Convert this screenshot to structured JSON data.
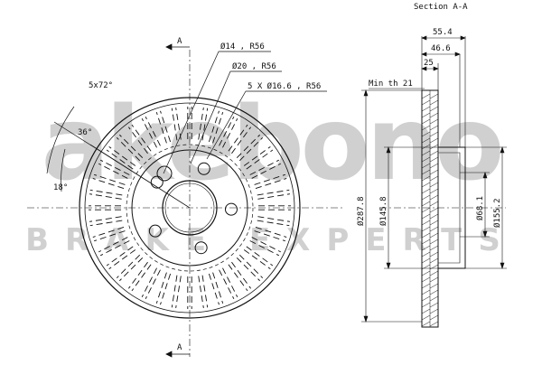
{
  "section_title": "Section A-A",
  "section_marker": "A",
  "callouts": {
    "bolt_hole": "Ø14 , R56",
    "pilot_hole": "Ø20 , R56",
    "stud_holes": "5 X Ø16.6 , R56",
    "angle_pitch": "5x72°",
    "angle_a": "36°",
    "angle_b": "18°"
  },
  "section_dims": {
    "total_height": "55.4",
    "hat_height": "46.6",
    "disc_thickness": "25",
    "min_thickness": "Min th 21",
    "outer_diameter": "Ø287.8",
    "inner_diameter": "Ø145.8",
    "center_bore": "Ø68.1",
    "hat_diameter": "Ø155.2"
  },
  "watermark": {
    "brand": "akebono",
    "tagline": "BRAKE EXPERTS"
  },
  "colors": {
    "line": "#111111",
    "watermark": "#d0d0d0"
  }
}
